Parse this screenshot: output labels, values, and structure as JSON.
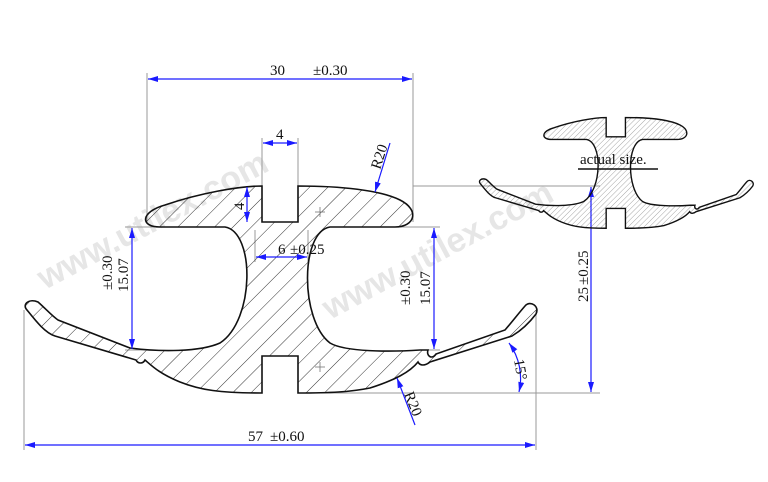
{
  "drawing": {
    "title": "Profile cross-section drawing",
    "watermark": "www.utilex.com",
    "caption": "actual size.",
    "colors": {
      "dimension_line": "#1a1aff",
      "outline": "#111111",
      "extension_line": "#999999",
      "hatch": "#333333",
      "watermark": "#e6e6e6"
    },
    "dimensions": {
      "top_width": {
        "value": "30",
        "tolerance": "±0.30"
      },
      "slot_width": {
        "value": "4"
      },
      "slot_depth": {
        "value": "4"
      },
      "top_radius": {
        "value": "R20"
      },
      "web_width": {
        "value": "6",
        "tolerance": "±0.25"
      },
      "left_opening": {
        "value": "15.07",
        "tolerance": "±0.30"
      },
      "right_opening": {
        "value": "15.07",
        "tolerance": "±0.30"
      },
      "total_height": {
        "value": "25",
        "tolerance": "±0.25"
      },
      "wing_angle": {
        "value": "15°"
      },
      "bottom_radius": {
        "value": "R20"
      },
      "total_width": {
        "value": "57",
        "tolerance": "±0.60"
      }
    }
  }
}
